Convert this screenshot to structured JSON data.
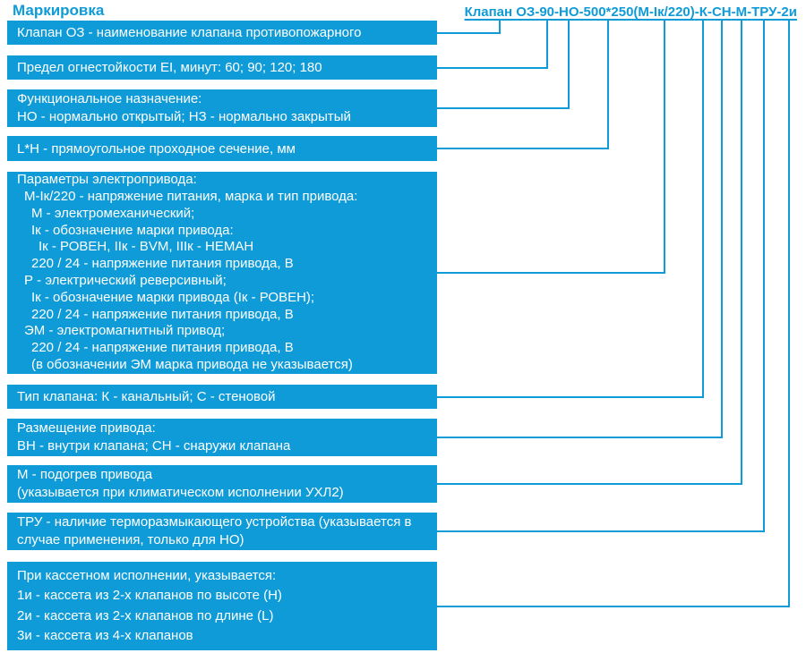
{
  "page": {
    "title": "Маркировка"
  },
  "colors": {
    "accent": "#0f9bd8",
    "text_on_accent": "#ffffff"
  },
  "code": {
    "full": "Клапан ОЗ-90-НО-500*250(М-Iк/220)-К-СН-М-ТРУ-2и",
    "segments": [
      {
        "text": "Клапан ОЗ",
        "sep": "-"
      },
      {
        "text": "90",
        "sep": "-"
      },
      {
        "text": "НО",
        "sep": "-"
      },
      {
        "text": "500*250",
        "sep": ""
      },
      {
        "text": "(М-Iк/220)",
        "sep": "-"
      },
      {
        "text": "К",
        "sep": "-"
      },
      {
        "text": "СН",
        "sep": "-"
      },
      {
        "text": "М",
        "sep": "-"
      },
      {
        "text": "ТРУ",
        "sep": "-"
      },
      {
        "text": "2и",
        "sep": ""
      }
    ]
  },
  "boxes": [
    {
      "lines": [
        {
          "text": "Клапан ОЗ - наименование клапана противопожарного",
          "indent": 0
        }
      ]
    },
    {
      "lines": [
        {
          "text": "Предел огнестойкости EI, минут: 60; 90; 120; 180",
          "indent": 0
        }
      ]
    },
    {
      "lines": [
        {
          "text": "Функциональное назначение:",
          "indent": 0
        },
        {
          "text": "НО - нормально открытый; НЗ - нормально закрытый",
          "indent": 0
        }
      ]
    },
    {
      "lines": [
        {
          "text": "L*H - прямоугольное проходное сечение, мм",
          "indent": 0
        }
      ]
    },
    {
      "lines": [
        {
          "text": "Параметры электропривода:",
          "indent": 0
        },
        {
          "text": "М-Iк/220 - напряжение питания, марка и тип привода:",
          "indent": 1
        },
        {
          "text": "М - электромеханический;",
          "indent": 2
        },
        {
          "text": "Iк - обозначение марки привода:",
          "indent": 2
        },
        {
          "text": "Iк - РОВЕН, IIк - BVM, IIIк - НЕМАН",
          "indent": 3
        },
        {
          "text": "220 / 24 - напряжение питания привода, В",
          "indent": 2
        },
        {
          "text": "Р - электрический реверсивный;",
          "indent": 1
        },
        {
          "text": "Iк - обозначение марки привода (Iк - РОВЕН);",
          "indent": 2
        },
        {
          "text": "220 / 24 - напряжение питания привода, В",
          "indent": 2
        },
        {
          "text": "ЭМ - электромагнитный привод;",
          "indent": 1
        },
        {
          "text": "220 / 24 - напряжение питания привода, В",
          "indent": 2
        },
        {
          "text": "(в обозначении ЭМ марка привода не указывается)",
          "indent": 2
        }
      ]
    },
    {
      "lines": [
        {
          "text": "Тип клапана: К - канальный; С - стеновой",
          "indent": 0
        }
      ]
    },
    {
      "lines": [
        {
          "text": "Размещение привода:",
          "indent": 0
        },
        {
          "text": "ВН - внутри клапана; СН - снаружи клапана",
          "indent": 0
        }
      ]
    },
    {
      "lines": [
        {
          "text": "М - подогрев привода",
          "indent": 0
        },
        {
          "text": "(указывается при климатическом исполнении УХЛ2)",
          "indent": 0
        }
      ]
    },
    {
      "lines": [
        {
          "text": "ТРУ - наличие терморазмыкающего устройства (указывается в",
          "indent": 0
        },
        {
          "text": "случае применения, только для НО)",
          "indent": 0
        }
      ]
    },
    {
      "lines": [
        {
          "text": "При кассетном исполнении, указывается:",
          "indent": 0
        },
        {
          "text": "1и - кассета из 2-х клапанов по высоте (H)",
          "indent": 0
        },
        {
          "text": "2и - кассета из 2-х клапанов по длине (L)",
          "indent": 0
        },
        {
          "text": "3и - кассета из 4-х клапанов",
          "indent": 0
        }
      ]
    }
  ]
}
